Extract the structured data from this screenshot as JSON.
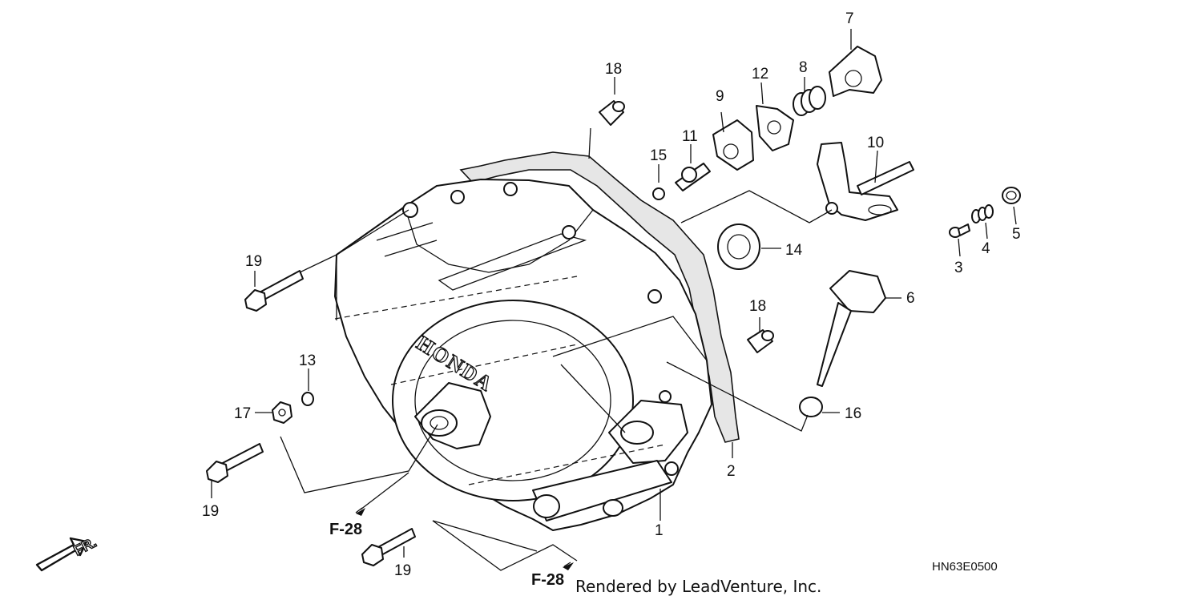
{
  "diagram": {
    "code": "HN63E0500",
    "credit": "Rendered by LeadVenture, Inc.",
    "direction_label": "FR.",
    "ref_labels": [
      "F-28",
      "F-28"
    ],
    "brand_emboss": "HONDA",
    "callouts": [
      "1",
      "2",
      "3",
      "4",
      "5",
      "6",
      "7",
      "8",
      "9",
      "10",
      "11",
      "12",
      "13",
      "14",
      "15",
      "16",
      "17",
      "18",
      "18",
      "19",
      "19",
      "19"
    ]
  }
}
